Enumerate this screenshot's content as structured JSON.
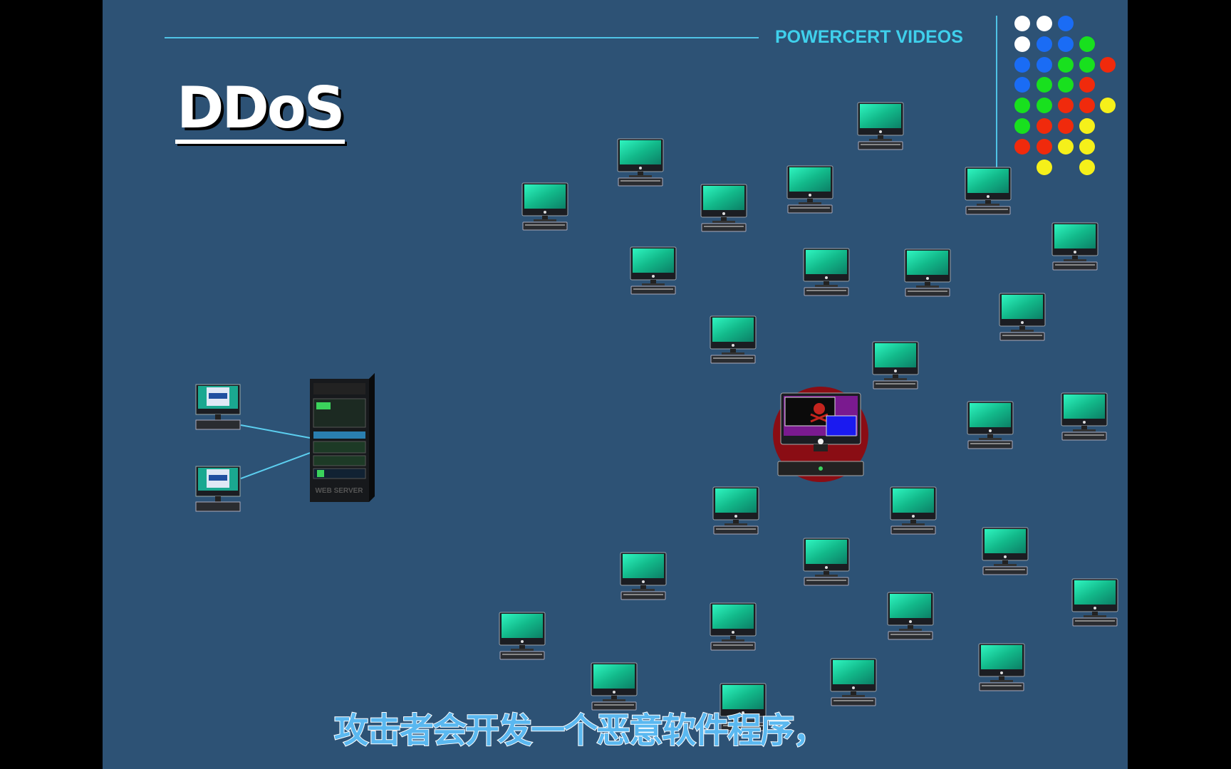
{
  "header": {
    "brand": "POWERCERT VIDEOS"
  },
  "slide": {
    "title": "DDoS",
    "server_label": "WEB SERVER",
    "bot_count": 28
  },
  "subtitle": "攻击者会开发一个恶意软件程序，",
  "logo": {
    "rows": [
      [
        "#ffffff",
        "#ffffff",
        "#1a6cf5",
        null,
        null
      ],
      [
        "#ffffff",
        "#1a6cf5",
        "#1a6cf5",
        "#18e01e",
        null
      ],
      [
        "#1a6cf5",
        "#1a6cf5",
        "#18e01e",
        "#18e01e",
        "#f02a0c"
      ],
      [
        "#1a6cf5",
        "#18e01e",
        "#18e01e",
        "#f02a0c",
        null
      ],
      [
        "#18e01e",
        "#18e01e",
        "#f02a0c",
        "#f02a0c",
        "#f5f01a"
      ],
      [
        "#18e01e",
        "#f02a0c",
        "#f02a0c",
        "#f5f01a",
        null
      ],
      [
        "#f02a0c",
        "#f02a0c",
        "#f5f01a",
        "#f5f01a",
        null
      ],
      [
        null,
        "#f5f01a",
        null,
        "#f5f01a",
        null
      ]
    ]
  },
  "colors": {
    "background": "#2d5275",
    "accent": "#4fc3e6",
    "screen": "#19c99a",
    "attacker_ring": "#8a0d14"
  }
}
